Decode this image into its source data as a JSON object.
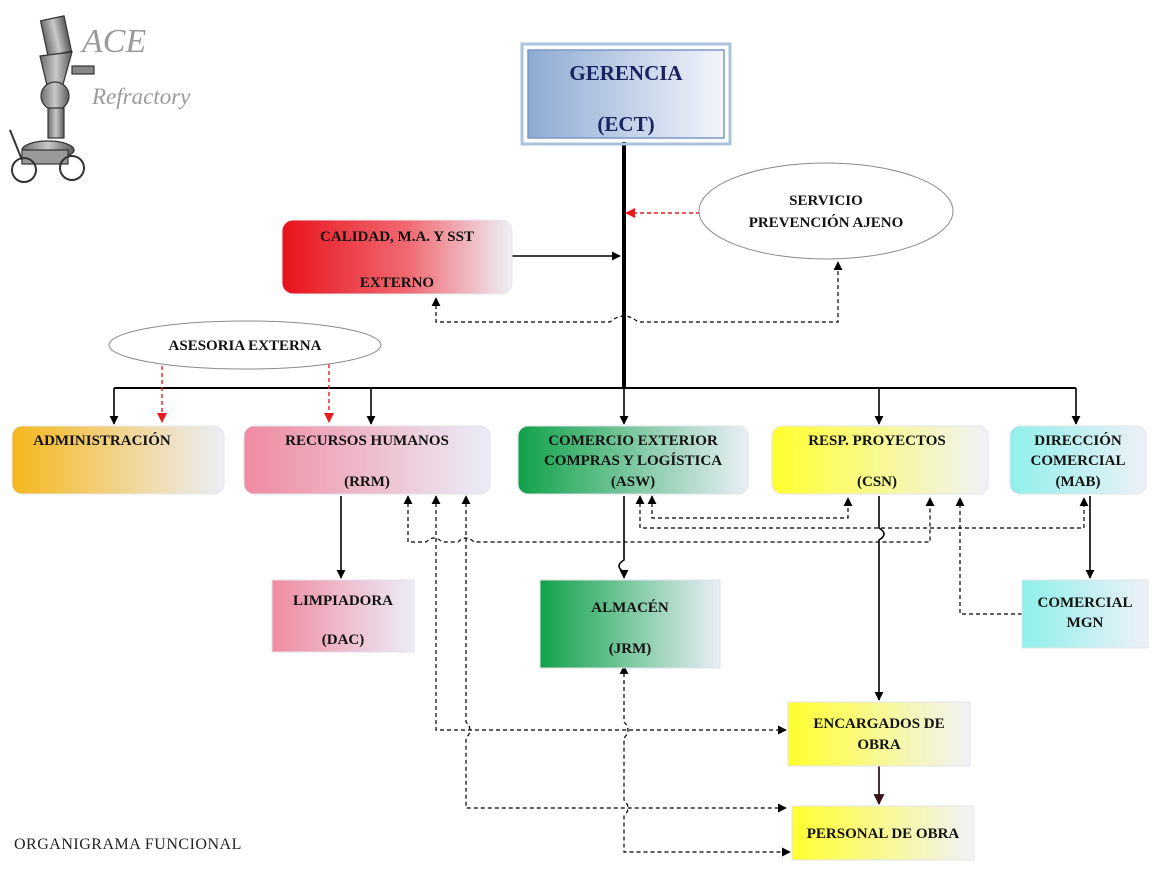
{
  "logo": {
    "brand": "ACE",
    "tagline": "Refractory"
  },
  "caption": "ORGANIGRAMA  FUNCIONAL",
  "nodes": {
    "gerencia": [
      "GERENCIA",
      "(ECT)"
    ],
    "calidad": [
      "CALIDAD, M.A. Y SST",
      "EXTERNO"
    ],
    "servicio": [
      "SERVICIO",
      "PREVENCIÓN AJENO"
    ],
    "asesoria": [
      "ASESORIA EXTERNA"
    ],
    "administracion": [
      "ADMINISTRACIÓN"
    ],
    "rrhh": [
      "RECURSOS HUMANOS",
      "(RRM)"
    ],
    "comercio": [
      "COMERCIO EXTERIOR",
      "COMPRAS Y LOGÍSTICA",
      "(ASW)"
    ],
    "proyectos": [
      "RESP. PROYECTOS",
      "(CSN)"
    ],
    "direccion": [
      "DIRECCIÓN",
      "COMERCIAL",
      "(MAB)"
    ],
    "limpiadora": [
      "LIMPIADORA",
      "(DAC)"
    ],
    "almacen": [
      "ALMACÉN",
      "(JRM)"
    ],
    "comercial": [
      "COMERCIAL",
      "MGN"
    ],
    "encargados": [
      "ENCARGADOS DE",
      "OBRA"
    ],
    "personal": [
      "PERSONAL DE OBRA"
    ]
  },
  "colors": {
    "gerencia": "#9bb4d8",
    "calidad": "#e8121b",
    "administracion": "#f5b71c",
    "rrhh": "#f08aa0",
    "comercio": "#16a34e",
    "proyectos": "#ffff3a",
    "direccion": "#8ff0ea",
    "limpiadora": "#f08aa0",
    "almacen": "#16a34e",
    "comercial": "#8ff0ea",
    "encargados": "#ffff3a",
    "personal": "#ffff3a",
    "red_arrow": "#e81c1c",
    "line": "#000000"
  }
}
